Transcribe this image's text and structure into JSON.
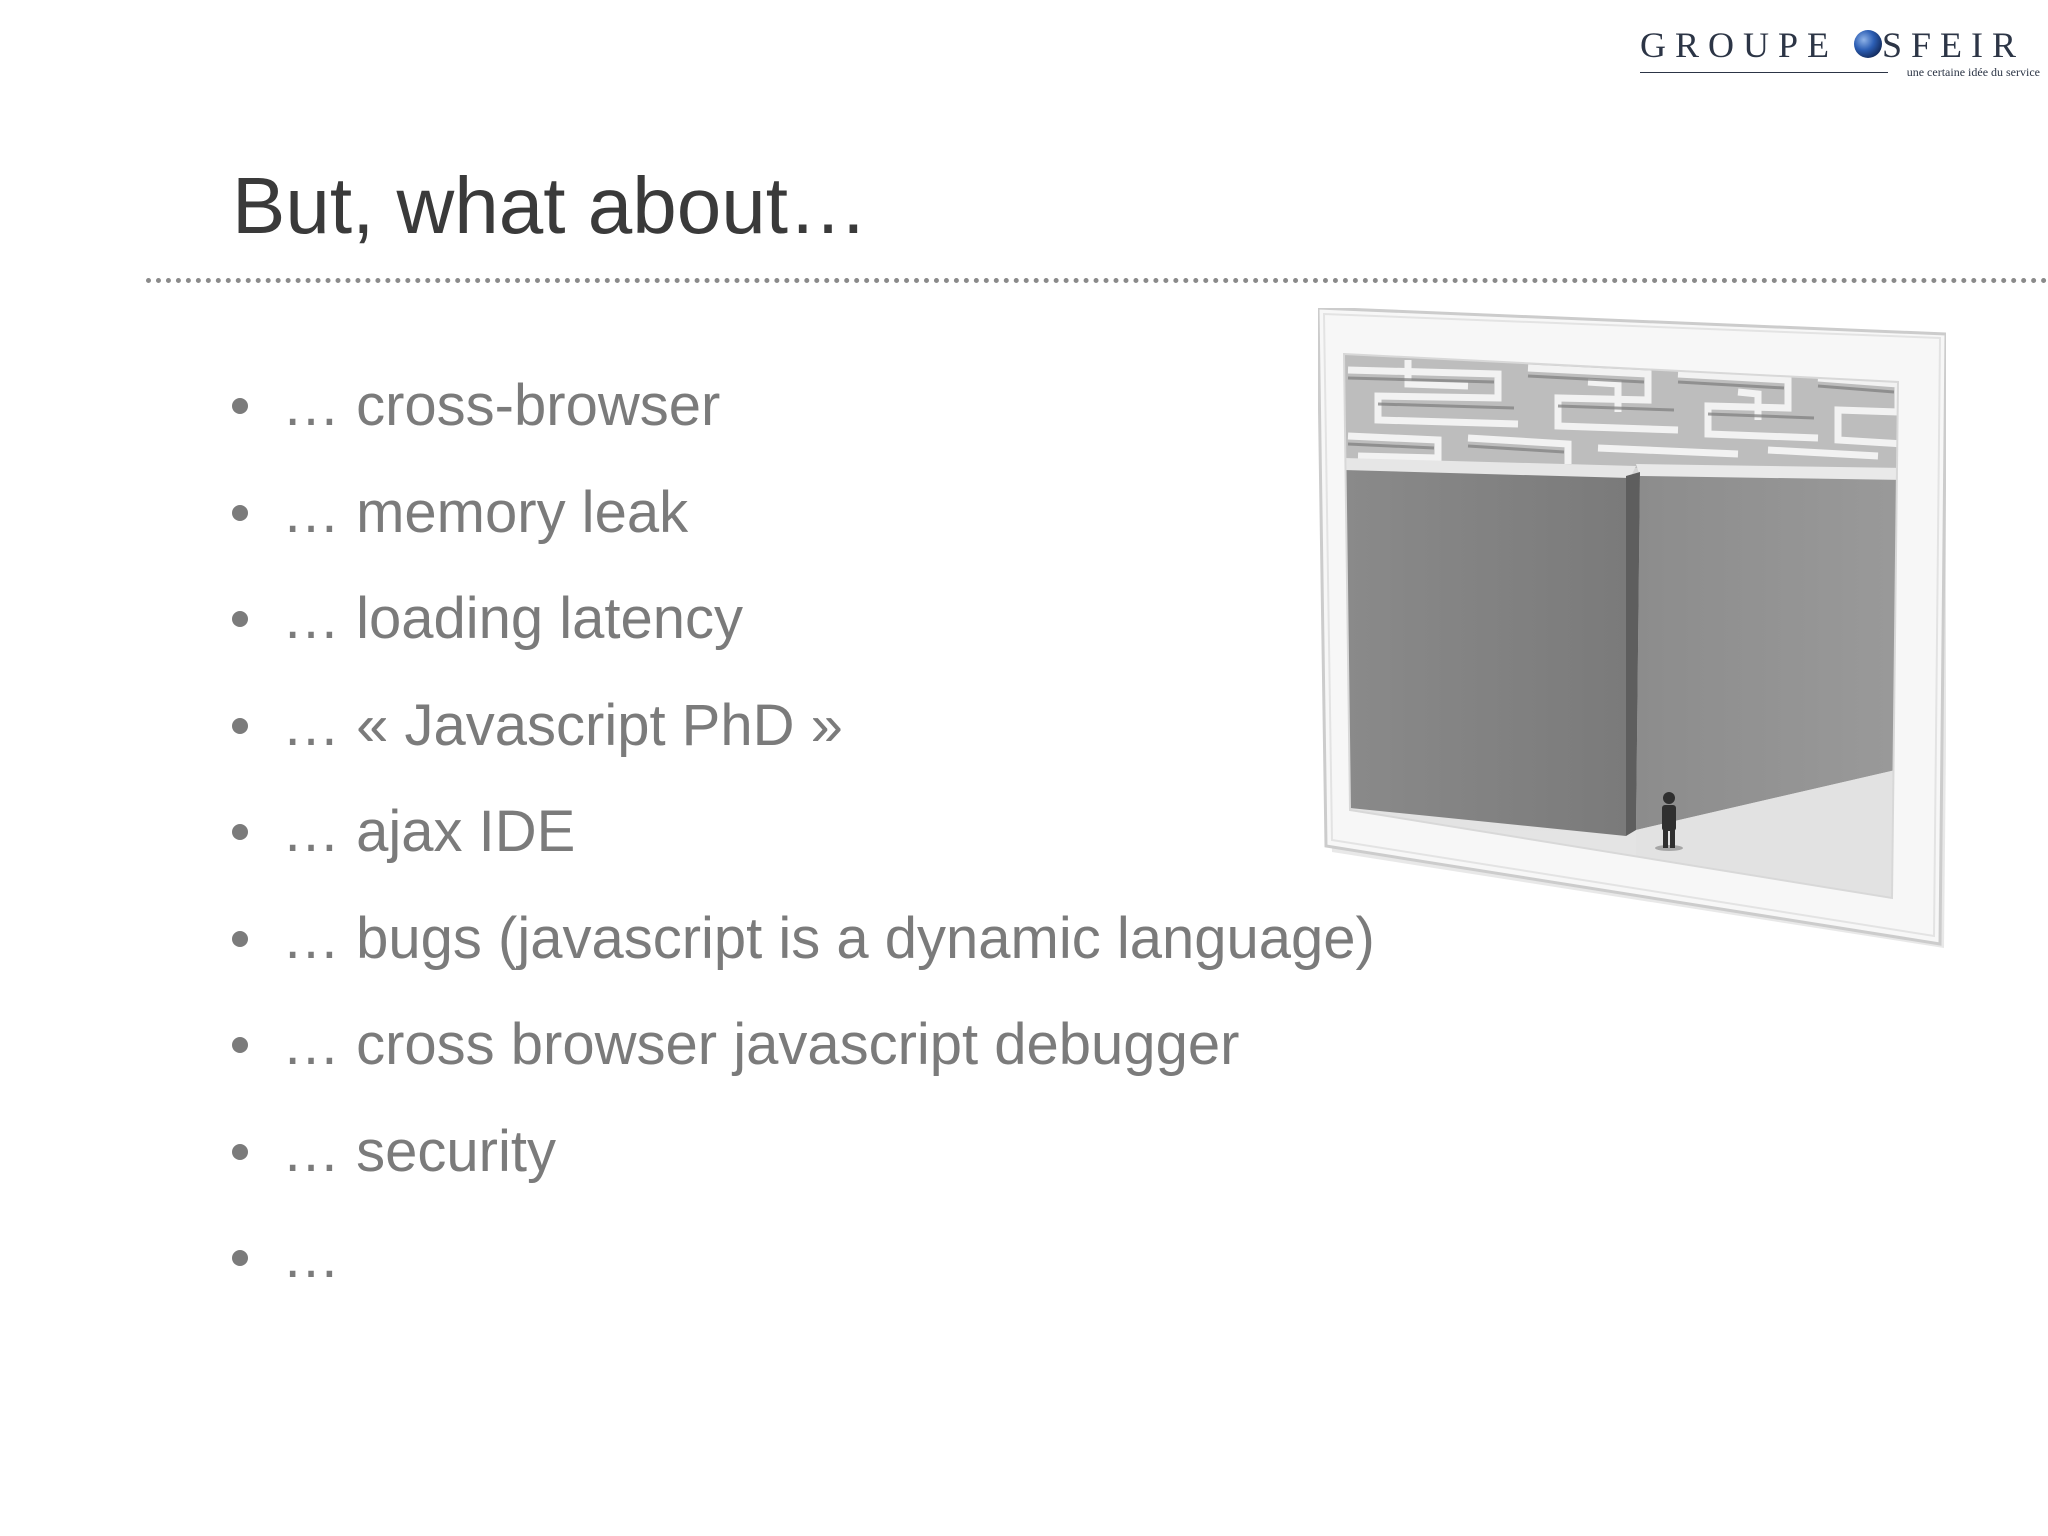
{
  "logo": {
    "word_left": "GROUPE",
    "word_right": "SFEIR",
    "tagline": "une certaine idée du service"
  },
  "slide": {
    "title": "But, what about…"
  },
  "bullets": [
    {
      "text": "… cross-browser"
    },
    {
      "text": "… memory leak"
    },
    {
      "text": "… loading latency"
    },
    {
      "text": "… « Javascript PhD »"
    },
    {
      "text": "… ajax IDE"
    },
    {
      "text": "… bugs (javascript is a dynamic language)"
    },
    {
      "text": "… cross browser javascript debugger"
    },
    {
      "text": "… security"
    },
    {
      "text": "…"
    }
  ],
  "colors": {
    "title": "#3a3a3a",
    "bullet_text": "#7b7b7b",
    "divider": "#8a8a8a",
    "logo": "#2c3546"
  },
  "image": {
    "icon": "maze-photo-icon"
  }
}
